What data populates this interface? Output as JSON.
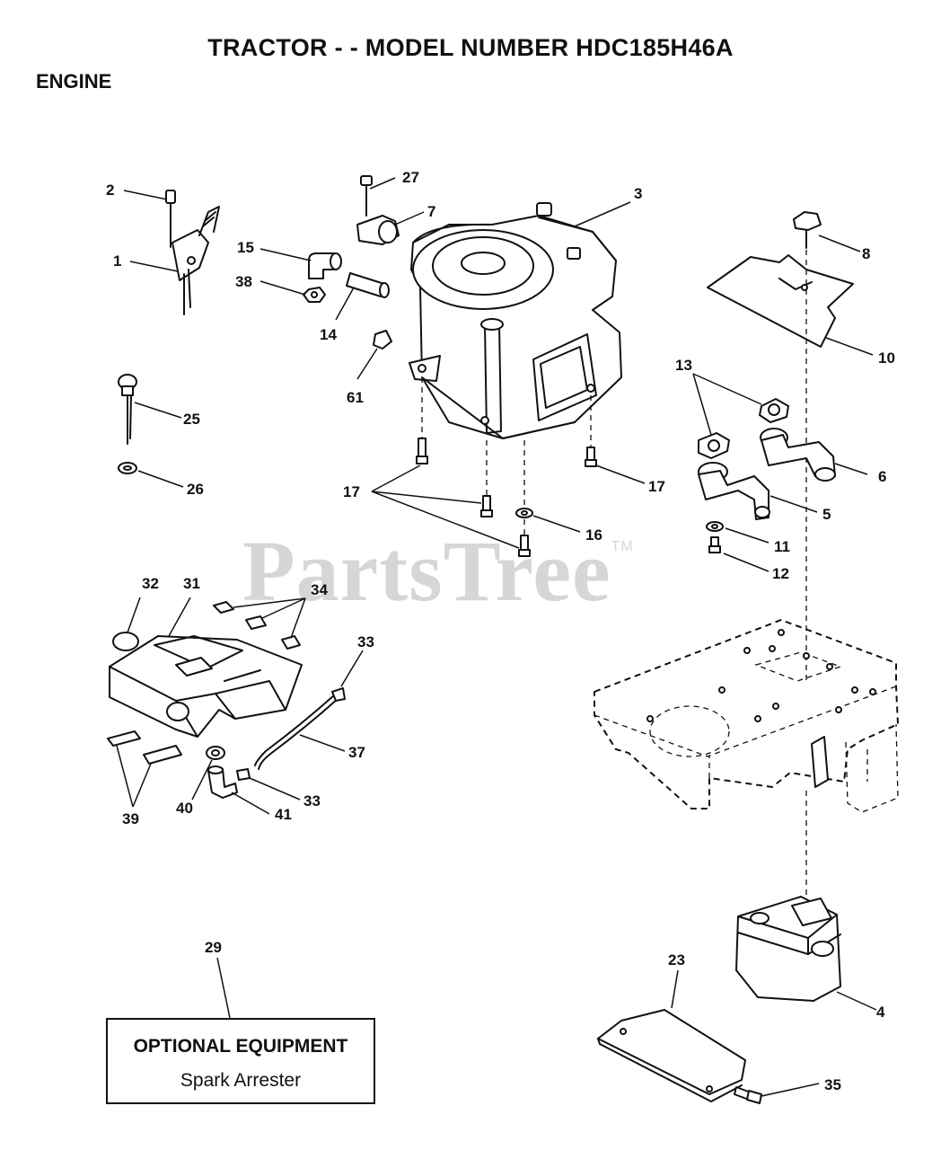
{
  "title": "TRACTOR - - MODEL NUMBER HDC185H46A",
  "section": "ENGINE",
  "watermark": {
    "text": "PartsTree",
    "tm": "TM"
  },
  "optional_box": {
    "line1": "OPTIONAL EQUIPMENT",
    "line2": "Spark Arrester"
  },
  "callouts": {
    "c1": "1",
    "c2": "2",
    "c3": "3",
    "c4": "4",
    "c5": "5",
    "c6": "6",
    "c7": "7",
    "c8": "8",
    "c10": "10",
    "c11": "11",
    "c12": "12",
    "c13": "13",
    "c14": "14",
    "c15": "15",
    "c16": "16",
    "c17a": "17",
    "c17b": "17",
    "c23": "23",
    "c25": "25",
    "c26": "26",
    "c27": "27",
    "c29": "29",
    "c31": "31",
    "c32": "32",
    "c33a": "33",
    "c33b": "33",
    "c34": "34",
    "c35": "35",
    "c37": "37",
    "c38": "38",
    "c39": "39",
    "c40": "40",
    "c41": "41",
    "c61": "61"
  }
}
